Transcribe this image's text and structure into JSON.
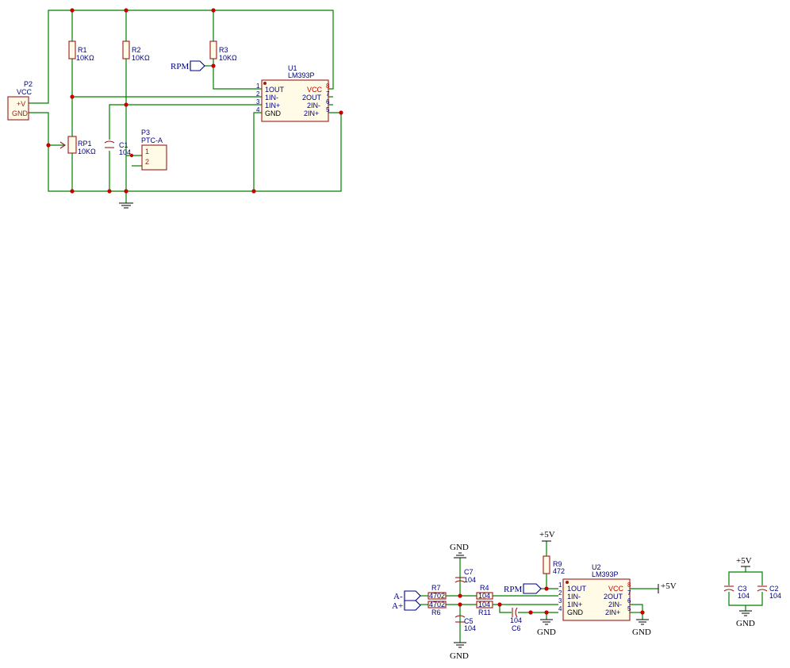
{
  "circuit1": {
    "p2": {
      "ref": "P2",
      "value": "VCC",
      "pin1": "+V",
      "pin2": "GND"
    },
    "r1": {
      "ref": "R1",
      "value": "10KΩ"
    },
    "r2": {
      "ref": "R2",
      "value": "10KΩ"
    },
    "r3": {
      "ref": "R3",
      "value": "10KΩ"
    },
    "rp1": {
      "ref": "RP1",
      "value": "10KΩ"
    },
    "c1": {
      "ref": "C1",
      "value": "104"
    },
    "p3": {
      "ref": "P3",
      "value": "PTC-A",
      "pin1": "1",
      "pin2": "2"
    },
    "rpm": "RPM",
    "u1": {
      "ref": "U1",
      "value": "LM393P",
      "left_pins": [
        {
          "num": "1",
          "name": "1OUT"
        },
        {
          "num": "2",
          "name": "1IN-"
        },
        {
          "num": "3",
          "name": "1IN+"
        },
        {
          "num": "4",
          "name": "GND"
        }
      ],
      "right_pins": [
        {
          "num": "8",
          "name": "VCC"
        },
        {
          "num": "7",
          "name": "2OUT"
        },
        {
          "num": "6",
          "name": "2IN-"
        },
        {
          "num": "5",
          "name": "2IN+"
        }
      ]
    }
  },
  "circuit2": {
    "net_a_minus": "A-",
    "net_a_plus": "A+",
    "r7": {
      "ref": "R7",
      "value": "4702"
    },
    "r6": {
      "ref": "R6",
      "value": "4702"
    },
    "r4": {
      "ref": "R4",
      "value": "104"
    },
    "r11": {
      "ref": "R11",
      "value": "104"
    },
    "c7": {
      "ref": "C7",
      "value": "104"
    },
    "c5": {
      "ref": "C5",
      "value": "104"
    },
    "c6": {
      "ref": "C6",
      "value": "104"
    },
    "r9": {
      "ref": "R9",
      "value": "472"
    },
    "rpm": "RPM",
    "plus5v": "+5V",
    "gnd": "GND",
    "u2": {
      "ref": "U2",
      "value": "LM393P",
      "left_pins": [
        {
          "num": "1",
          "name": "1OUT"
        },
        {
          "num": "2",
          "name": "1IN-"
        },
        {
          "num": "3",
          "name": "1IN+"
        },
        {
          "num": "4",
          "name": "GND"
        }
      ],
      "right_pins": [
        {
          "num": "8",
          "name": "VCC"
        },
        {
          "num": "7",
          "name": "2OUT"
        },
        {
          "num": "6",
          "name": "2IN-"
        },
        {
          "num": "5",
          "name": "2IN+"
        }
      ]
    }
  },
  "circuit3": {
    "c3": {
      "ref": "C3",
      "value": "104"
    },
    "c2": {
      "ref": "C2",
      "value": "104"
    },
    "plus5v": "+5V",
    "gnd": "GND"
  },
  "colors": {
    "wire": "#008000",
    "component": "#9b1b1b",
    "pin_text": "#000080",
    "junction": "#c80000"
  }
}
